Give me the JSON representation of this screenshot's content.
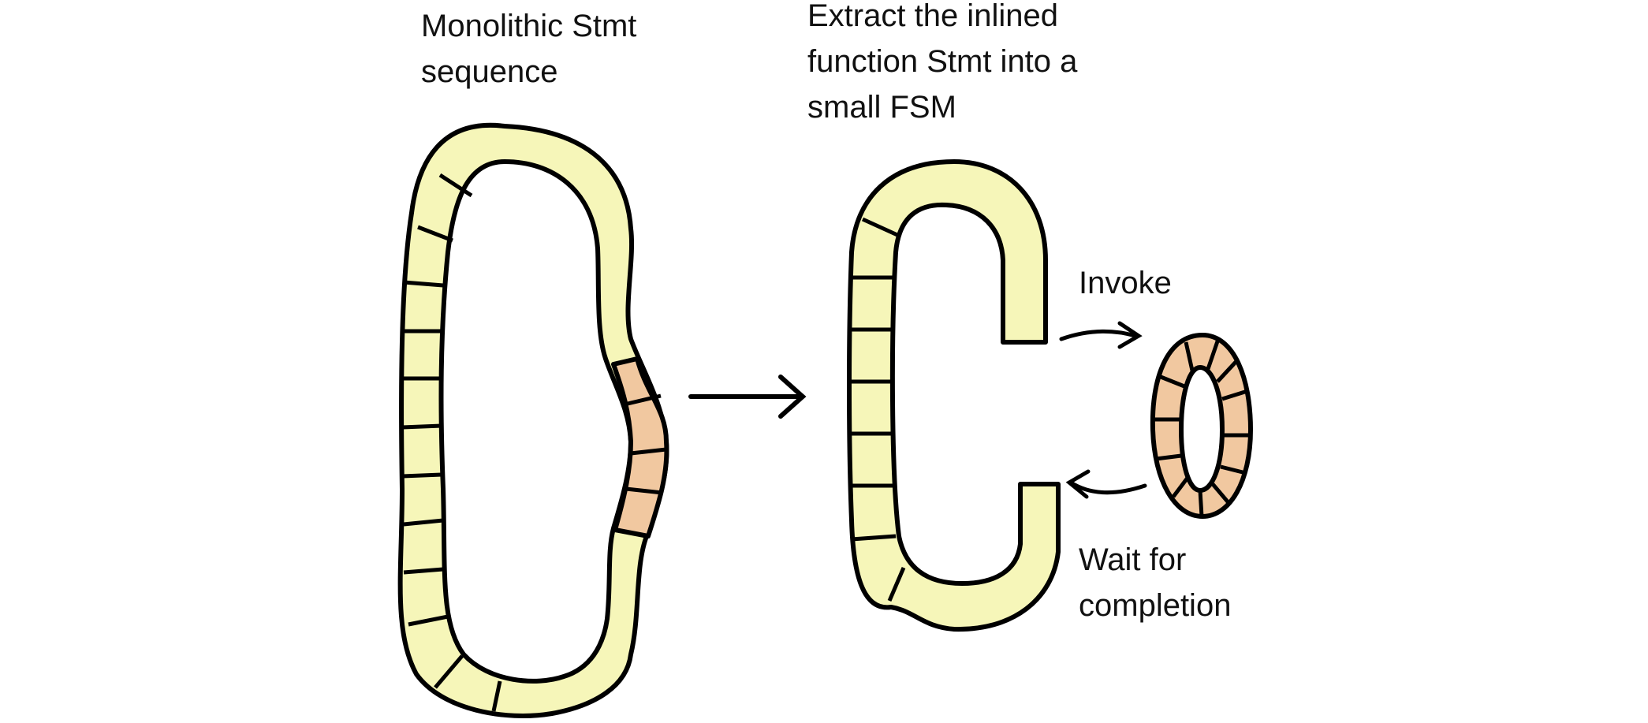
{
  "labels": {
    "monolithic": [
      "Monolithic Stmt",
      "sequence"
    ],
    "extract": [
      "Extract the inlined",
      "function Stmt into a",
      "small FSM"
    ],
    "invoke": "Invoke",
    "wait": [
      "Wait for",
      "completion"
    ]
  },
  "colors": {
    "sequence_fill": "#f6f6b9",
    "function_fill": "#f1c8a0",
    "stroke": "#000000"
  }
}
